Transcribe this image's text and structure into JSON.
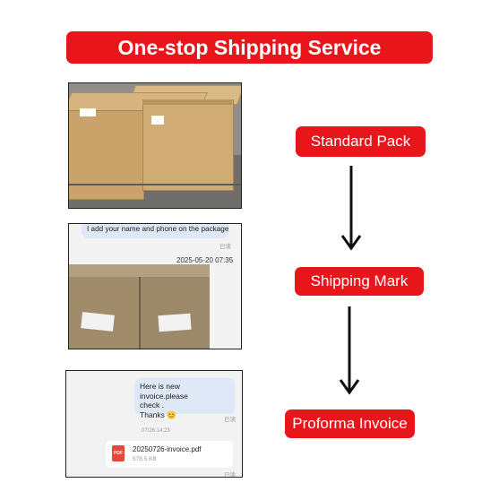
{
  "banner": {
    "title": "One-stop Shipping Service"
  },
  "steps": [
    {
      "label": "Standard Pack"
    },
    {
      "label": "Shipping Mark"
    },
    {
      "label": "Proforma Invoice"
    }
  ],
  "photo2": {
    "message": "I add your name and phone on the package",
    "read_status": "已读",
    "timestamp": "2025-05-20 07:35"
  },
  "photo3": {
    "message_line1": "Here is new invoice.please",
    "message_line2": "check .",
    "message_line3": "Thanks 😊",
    "read_status": "已读",
    "timestamp": "07/26 14:23",
    "file_name": "20250726-invoice.pdf",
    "file_size": "578.5 KB",
    "file_icon_text": "PDF",
    "read_status_2": "已读"
  },
  "colors": {
    "accent": "#e8151b"
  }
}
